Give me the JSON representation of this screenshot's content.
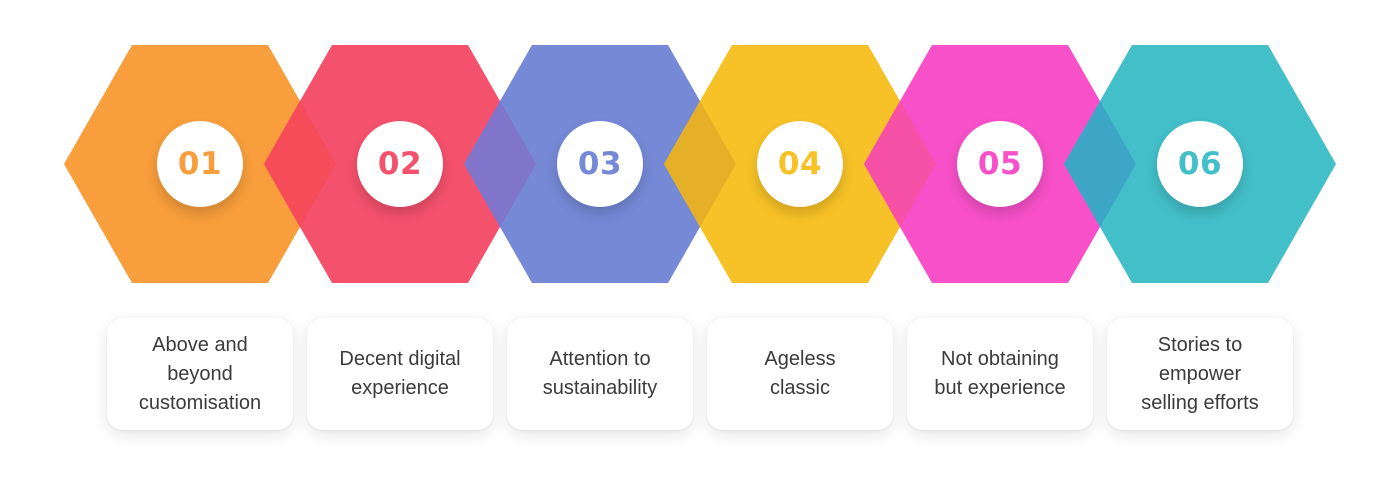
{
  "steps": [
    {
      "number": "01",
      "label": "Above and\nbeyond\ncustomisation",
      "color": "#F89E3C"
    },
    {
      "number": "02",
      "label": "Decent digital\nexperience",
      "color": "#F4516C"
    },
    {
      "number": "03",
      "label": "Attention to\nsustainability",
      "color": "#7589D7"
    },
    {
      "number": "04",
      "label": "Ageless\nclassic",
      "color": "#F7C227"
    },
    {
      "number": "05",
      "label": "Not obtaining\nbut experience",
      "color": "#F750C8"
    },
    {
      "number": "06",
      "label": "Stories to\nempower\nselling efforts",
      "color": "#43BFC9"
    }
  ],
  "overlaps": [
    {
      "color": "#F64B58"
    },
    {
      "color": "#8174CB"
    },
    {
      "color": "#E5B027"
    },
    {
      "color": "#F751A7"
    },
    {
      "color": "#3DA5C6"
    }
  ],
  "style": {
    "background": "#FFFFFF",
    "card_background": "#FFFFFF",
    "card_text_color": "#3B3B3B",
    "circle_background": "#FFFFFF"
  }
}
